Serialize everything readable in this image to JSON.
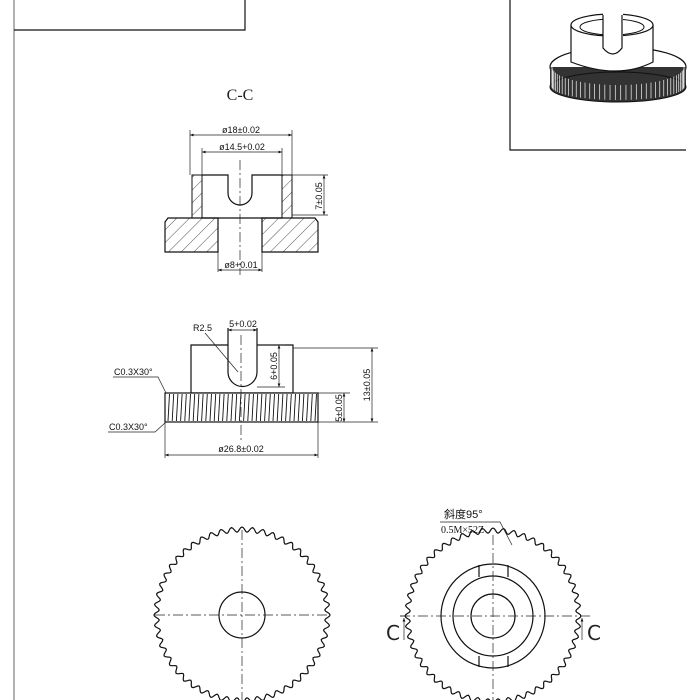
{
  "section_title": "C-C",
  "section_view": {
    "dim_outer_dia": "ø18±0.02",
    "dim_inner_dia": "ø14.5+0.02",
    "dim_height": "7±0.05",
    "dim_bore": "ø8+0.01"
  },
  "side_view": {
    "dim_radius": "R2.5",
    "dim_slot_width": "5+0.02",
    "dim_slot_depth": "6+0.05",
    "dim_total_height": "13±0.05",
    "dim_gear_height": "5±0.05",
    "dim_gear_dia": "ø26.8±0.02",
    "chamfer_top": "C0.3X30°",
    "chamfer_bottom": "C0.3X30°"
  },
  "top_view": {
    "helix_note": "斜度95°",
    "gear_spec": "0.5M×52Z",
    "section_mark_left": "C",
    "section_mark_right": "C",
    "teeth": 52
  }
}
